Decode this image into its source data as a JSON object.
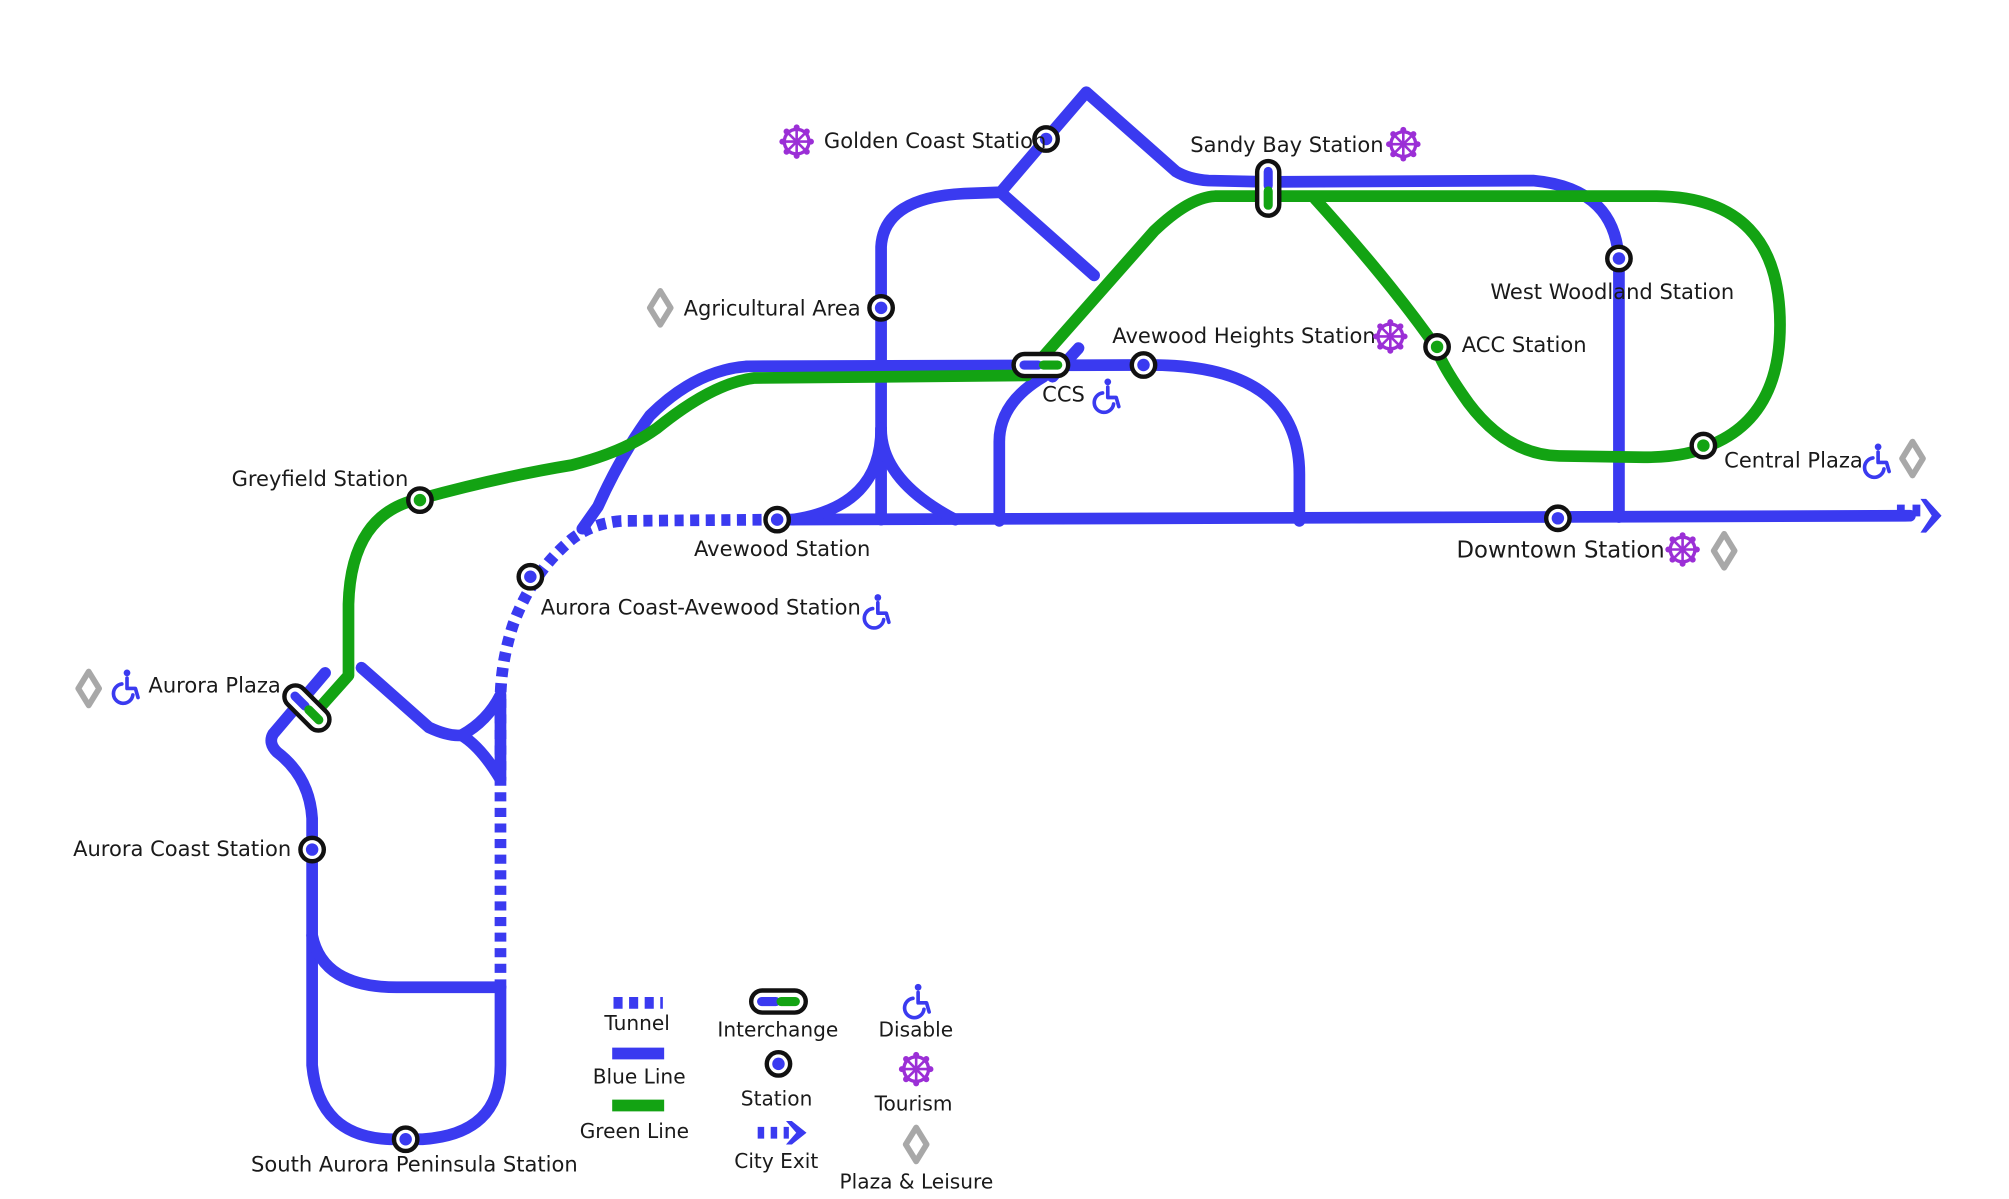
{
  "colors": {
    "blue_line": "#3a3af0",
    "green_line": "#13a313",
    "tourism": "#9b2fd6",
    "plaza_leisure": "#a8a8a8",
    "disable": "#3a3af0"
  },
  "stations": {
    "golden_coast": "Golden Coast Station",
    "sandy_bay": "Sandy Bay Station",
    "west_woodland": "West Woodland Station",
    "agricultural_area": "Agricultural Area",
    "avewood_heights": "Avewood Heights Station",
    "acc": "ACC Station",
    "ccs": "CCS",
    "central_plaza": "Central Plaza",
    "greyfield": "Greyfield Station",
    "avewood": "Avewood Station",
    "downtown": "Downtown Station",
    "aurora_coast_avewood": "Aurora Coast-Avewood Station",
    "aurora_plaza": "Aurora Plaza",
    "aurora_coast": "Aurora Coast Station",
    "south_aurora_peninsula": "South Aurora Peninsula Station"
  },
  "legend": {
    "tunnel": "Tunnel",
    "blue_line": "Blue Line",
    "green_line": "Green Line",
    "interchange": "Interchange",
    "station": "Station",
    "city_exit": "City Exit",
    "disable": "Disable",
    "tourism": "Tourism",
    "plaza_leisure": "Plaza & Leisure"
  },
  "icons": {
    "disable": "wheelchair-icon",
    "tourism": "ferris-wheel-icon",
    "plaza_leisure": "diamond-icon",
    "city_exit": "city-exit-arrow-icon"
  }
}
